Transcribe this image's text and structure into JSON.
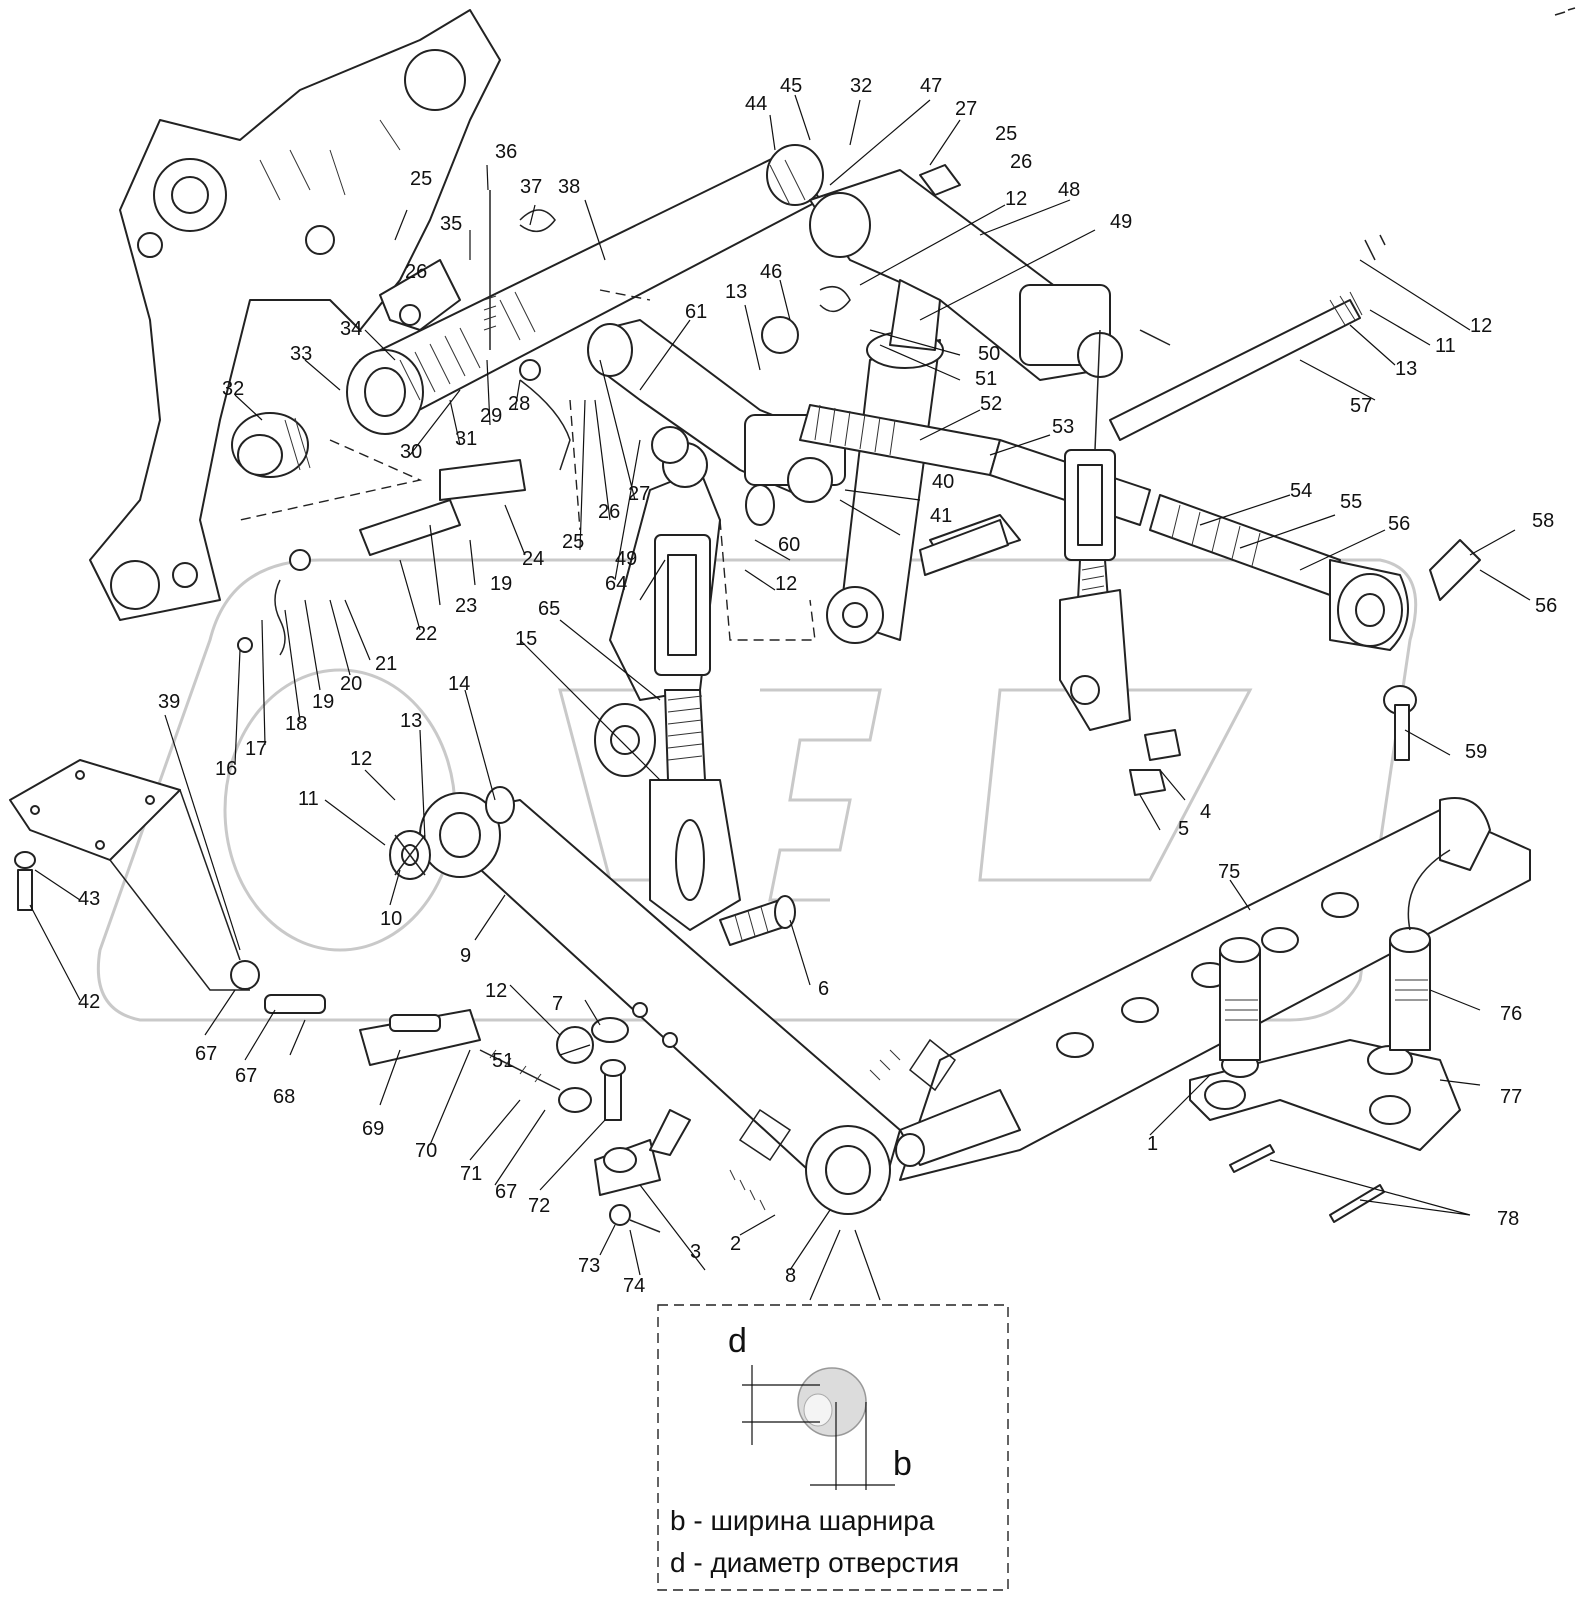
{
  "labels": {
    "l1": "1",
    "l2": "2",
    "l3": "3",
    "l4": "4",
    "l5": "5",
    "l6": "6",
    "l7": "7",
    "l8": "8",
    "l9": "9",
    "l10": "10",
    "l11a": "11",
    "l11b": "11",
    "l12a": "12",
    "l12b": "12",
    "l12c": "12",
    "l12d": "12",
    "l12e": "12",
    "l13a": "13",
    "l13b": "13",
    "l13c": "13",
    "l14": "14",
    "l15": "15",
    "l16": "16",
    "l17": "17",
    "l18": "18",
    "l19a": "19",
    "l19b": "19",
    "l20": "20",
    "l21": "21",
    "l22": "22",
    "l23": "23",
    "l24": "24",
    "l25a": "25",
    "l25b": "25",
    "l25c": "25",
    "l26a": "26",
    "l26b": "26",
    "l26c": "26",
    "l27a": "27",
    "l27b": "27",
    "l28": "28",
    "l29": "29",
    "l30": "30",
    "l31": "31",
    "l32a": "32",
    "l32b": "32",
    "l33": "33",
    "l34": "34",
    "l35": "35",
    "l36": "36",
    "l37": "37",
    "l38": "38",
    "l39": "39",
    "l40": "40",
    "l41": "41",
    "l42": "42",
    "l43": "43",
    "l44": "44",
    "l45": "45",
    "l46": "46",
    "l47": "47",
    "l48": "48",
    "l49a": "49",
    "l49b": "49",
    "l50": "50",
    "l51a": "51",
    "l51b": "51",
    "l52": "52",
    "l53": "53",
    "l54": "54",
    "l55": "55",
    "l56a": "56",
    "l56b": "56",
    "l57": "57",
    "l58": "58",
    "l59": "59",
    "l60": "60",
    "l61": "61",
    "l64": "64",
    "l65": "65",
    "l67a": "67",
    "l67b": "67",
    "l67c": "67",
    "l68": "68",
    "l69": "69",
    "l70": "70",
    "l71": "71",
    "l72": "72",
    "l73": "73",
    "l74": "74",
    "l75": "75",
    "l76": "76",
    "l77": "77",
    "l78": "78"
  },
  "detail": {
    "dim_d": "d",
    "dim_b": "b",
    "legend_b": "b -  ширина шарнира",
    "legend_d": "d - диаметр отверстия"
  }
}
